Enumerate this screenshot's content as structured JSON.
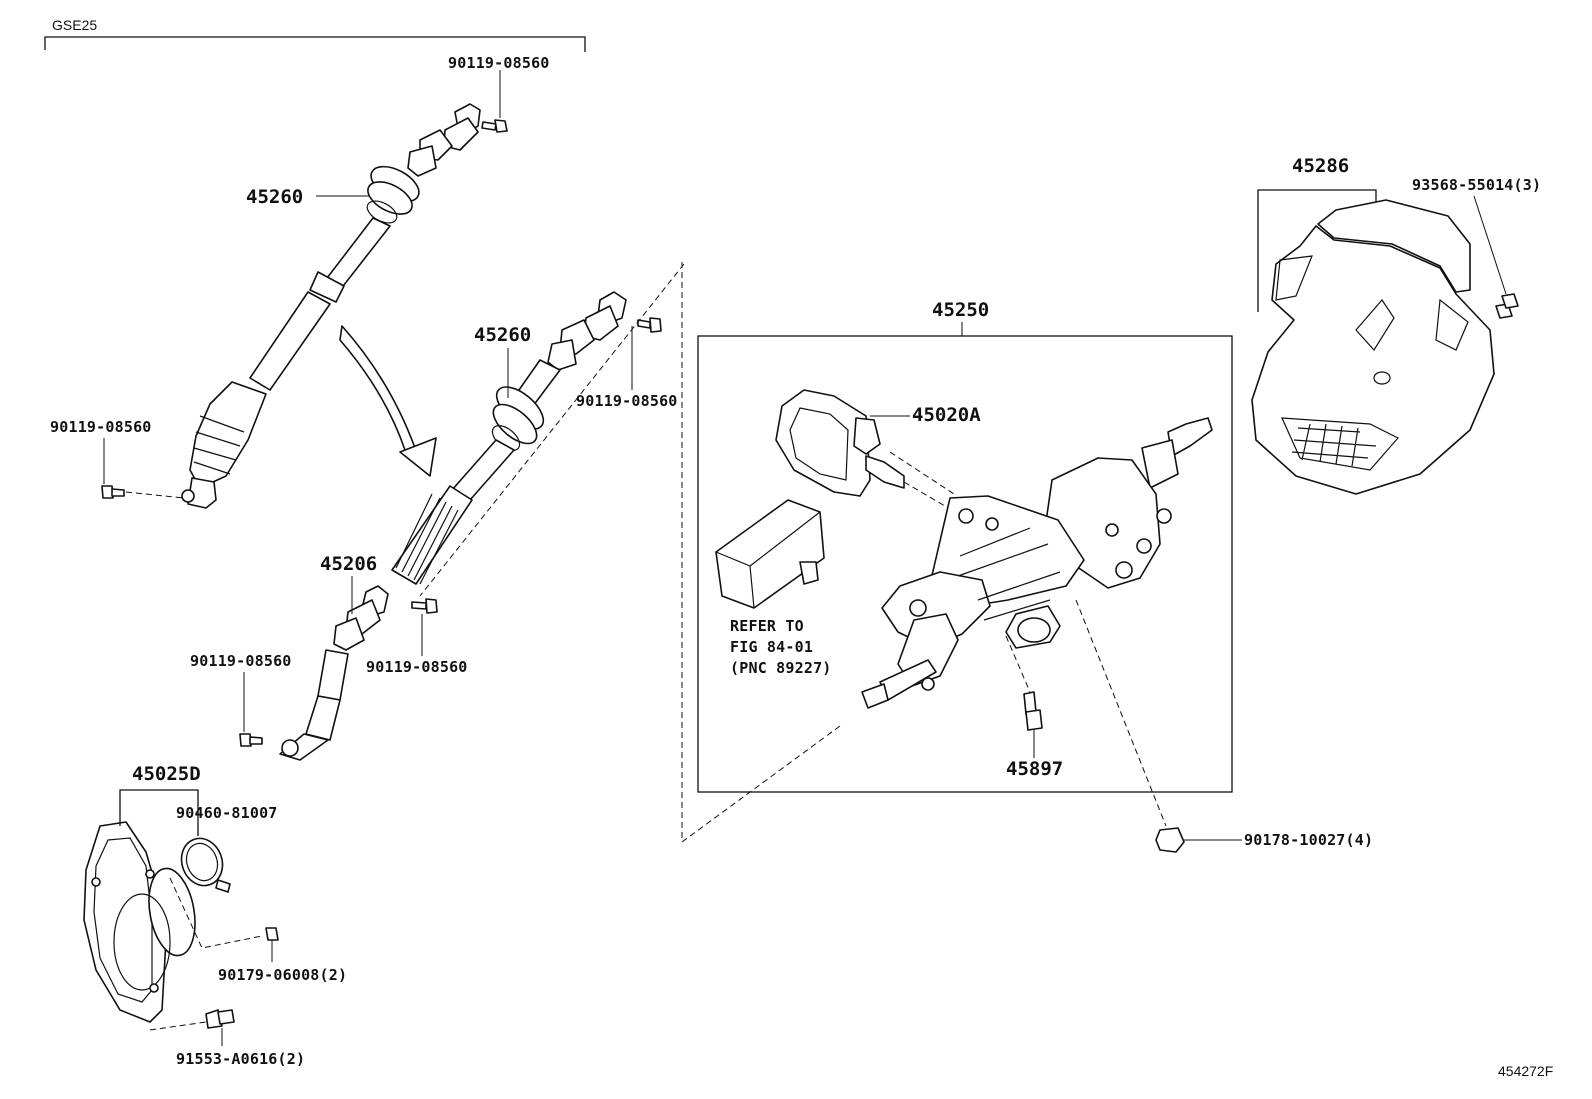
{
  "header": {
    "model": "GSE25"
  },
  "figure_id": "454272F",
  "callouts": {
    "bolt_top_left": "90119-08560",
    "shaft_upper": "45260",
    "bolt_left": "90119-08560",
    "shaft_middle": "45260",
    "bolt_middle": "90119-08560",
    "joint_lower": "45206",
    "bolt_lower_left": "90119-08560",
    "bolt_lower_mid": "90119-08560",
    "cover_assy": "45025D",
    "clamp": "90460-81007",
    "nut_small": "90179-06008(2)",
    "bolt_bottom": "91553-A0616(2)",
    "column_assy": "45250",
    "lock_housing": "45020A",
    "reference_line1": "REFER TO",
    "reference_line2": "FIG 84-01",
    "reference_line3": "(PNC 89227)",
    "sensor": "45897",
    "nut_column": "90178-10027(4)",
    "column_cover": "45286",
    "screw_cover": "93568-55014(3)"
  }
}
